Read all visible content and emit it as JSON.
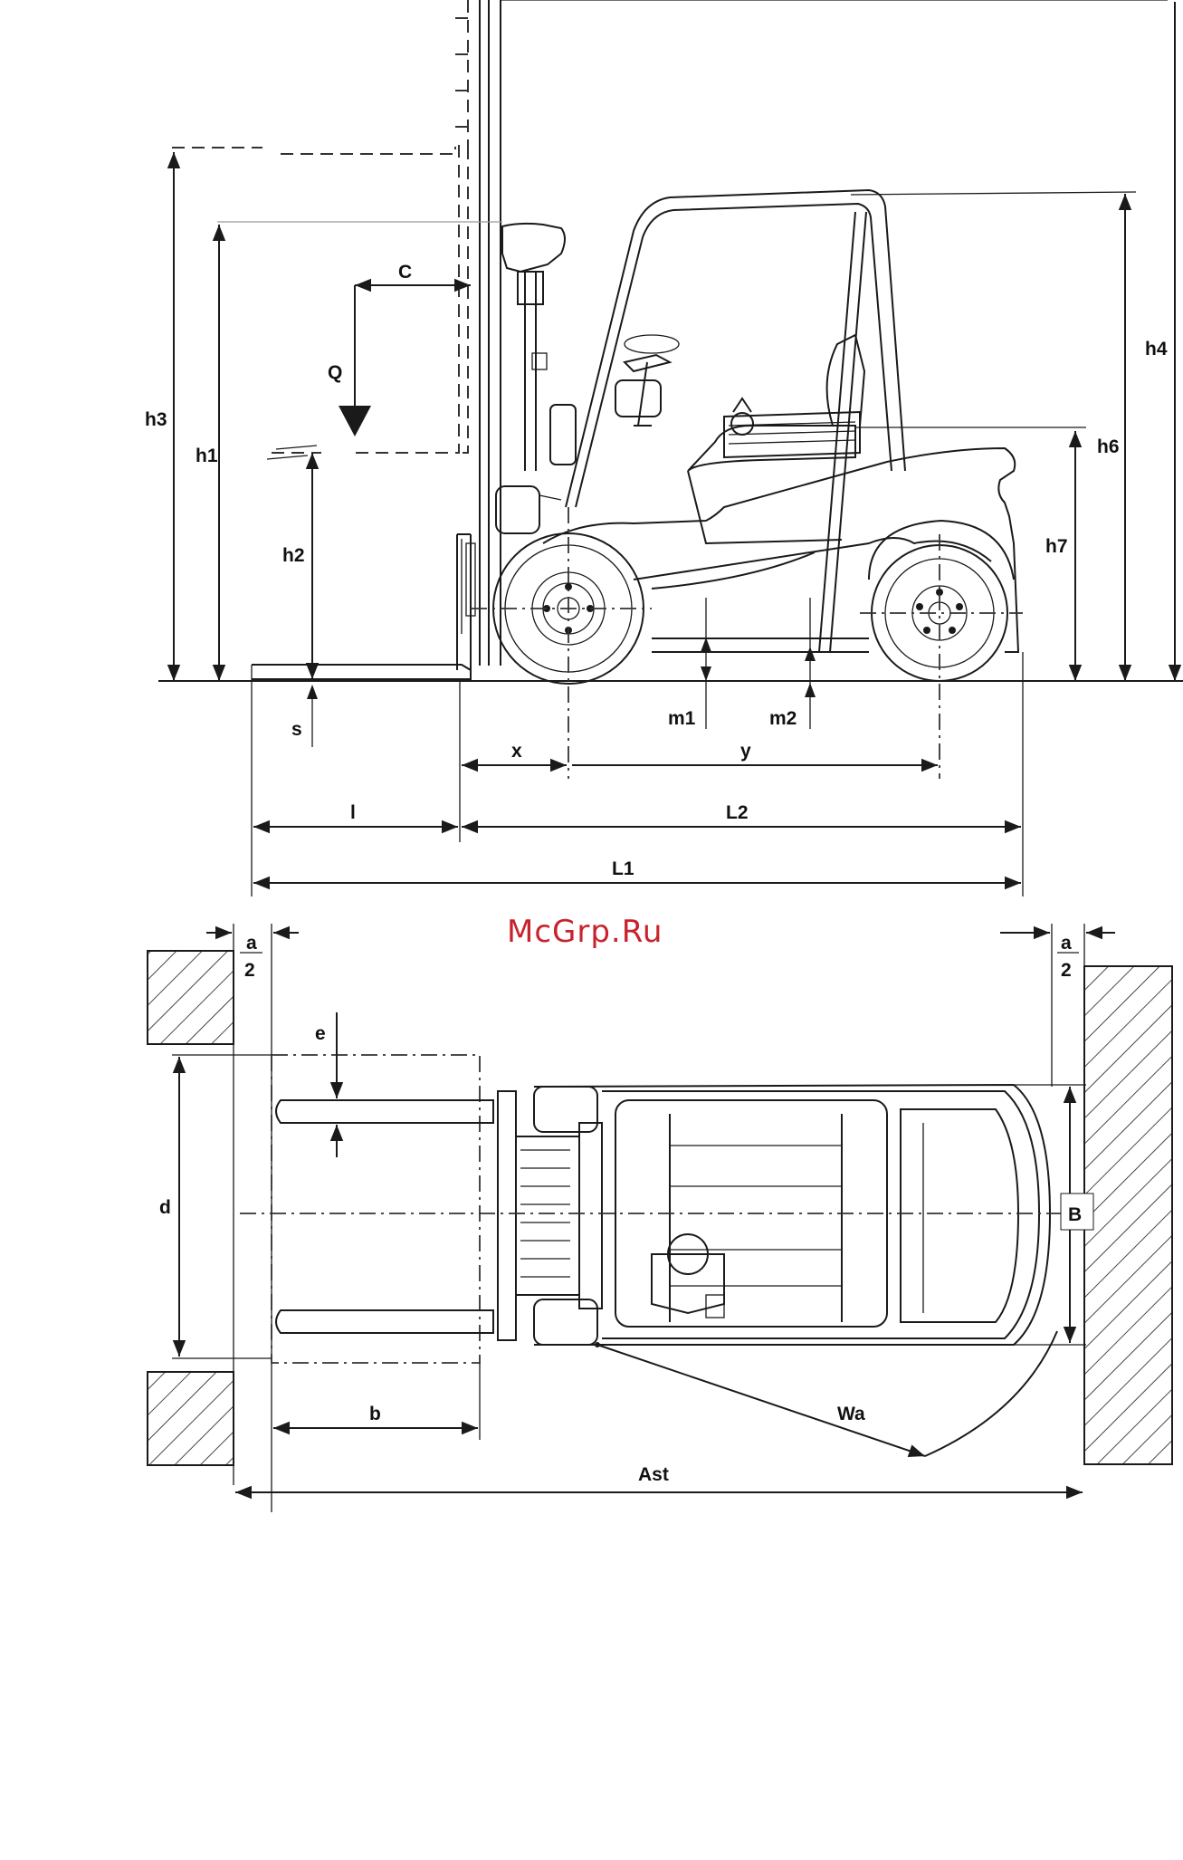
{
  "watermark": "McGrp.Ru",
  "side_view": {
    "labels": {
      "C": "C",
      "Q": "Q",
      "h3": "h3",
      "h1": "h1",
      "h2": "h2",
      "h4": "h4",
      "h6": "h6",
      "h7": "h7",
      "s": "s",
      "m1": "m1",
      "m2": "m2",
      "x": "x",
      "y": "y",
      "l": "l",
      "L2": "L2",
      "L1": "L1"
    }
  },
  "top_view": {
    "labels": {
      "a_num_left": "a",
      "a_den_left": "2",
      "a_num_right": "a",
      "a_den_right": "2",
      "e": "e",
      "d": "d",
      "b": "b",
      "B": "B",
      "Wa": "Wa",
      "Ast": "Ast"
    }
  }
}
